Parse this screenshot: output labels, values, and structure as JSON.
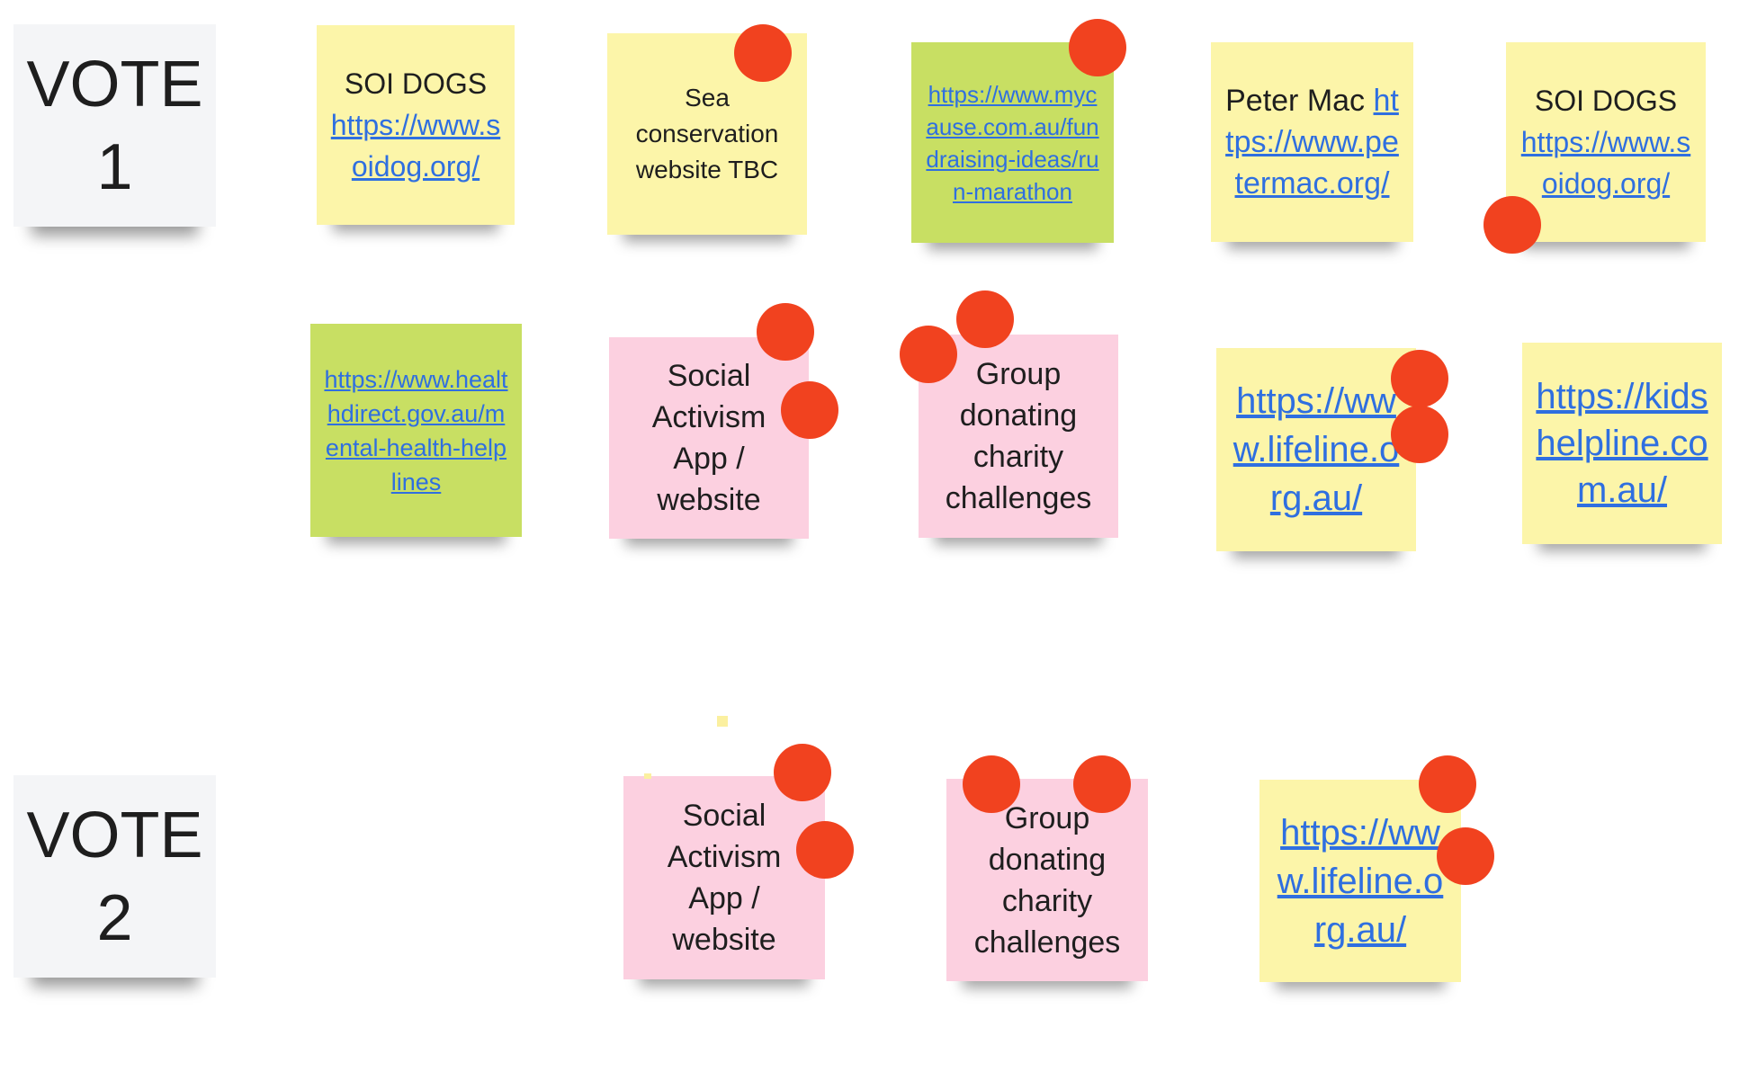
{
  "board": {
    "dot_color": "#f1421f",
    "sticky_colors": {
      "yellow": "#fcf5a9",
      "green": "#c8df63",
      "pink": "#fcd0e0",
      "grey": "#f4f5f7"
    },
    "vote1": {
      "line1": "VOTE",
      "line2": "1"
    },
    "vote2": {
      "line1": "VOTE",
      "line2": "2"
    }
  },
  "vote1_row1": [
    {
      "title": "SOI DOGS",
      "link": "https://www.soidog.org/",
      "color": "yellow",
      "votes": 0
    },
    {
      "text": "Sea conservation website TBC",
      "color": "yellow",
      "votes": 1
    },
    {
      "link": "https://www.mycause.com.au/fundraising-ideas/run-marathon",
      "color": "green",
      "votes": 1
    },
    {
      "title": "Peter Mac",
      "link": "https://www.petermac.org/",
      "color": "yellow",
      "votes": 0
    },
    {
      "title": "SOI DOGS",
      "link": "https://www.soidog.org/",
      "color": "yellow",
      "votes": 1
    }
  ],
  "vote1_row2": [
    {
      "link": "https://www.healthdirect.gov.au/mental-health-helplines",
      "color": "green",
      "votes": 0
    },
    {
      "text": "Social Activism App / website",
      "color": "pink",
      "votes": 2
    },
    {
      "text": "Group donating charity challenges",
      "color": "pink",
      "votes": 2
    },
    {
      "link": "https://www.lifeline.org.au/",
      "color": "yellow",
      "votes": 2
    },
    {
      "link": "https://kidshelpline.com.au/",
      "color": "yellow",
      "votes": 0
    }
  ],
  "vote2_row": [
    {
      "text": "Social Activism App / website",
      "color": "pink",
      "votes": 2
    },
    {
      "text": "Group donating charity challenges",
      "color": "pink",
      "votes": 2
    },
    {
      "link": "https://www.lifeline.org.au/",
      "color": "yellow",
      "votes": 2
    }
  ]
}
